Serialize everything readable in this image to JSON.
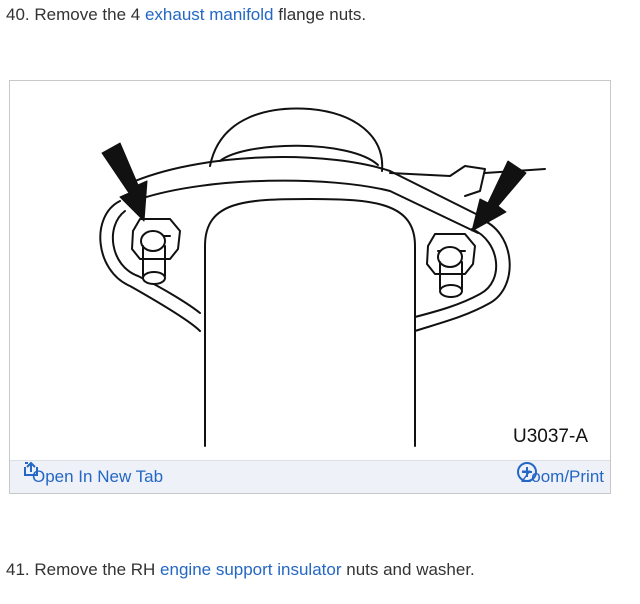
{
  "step1": {
    "number": "40.",
    "text_a": "Remove the 4",
    "link": "exhaust manifold",
    "text_b": "flange nuts."
  },
  "figure": {
    "label": "U3037-A",
    "open_tab": "Open In New Tab",
    "zoom": "Zoom/Print"
  },
  "step2": {
    "number": "41.",
    "text_a": "Remove the RH",
    "link": "engine support insulator",
    "text_b": "nuts and washer."
  },
  "colors": {
    "link": "#2467c4",
    "text": "#333333",
    "bar": "#eef1f7"
  },
  "icons": {
    "open_tab": "open-in-new-tab-icon",
    "zoom": "zoom-plus-icon"
  }
}
